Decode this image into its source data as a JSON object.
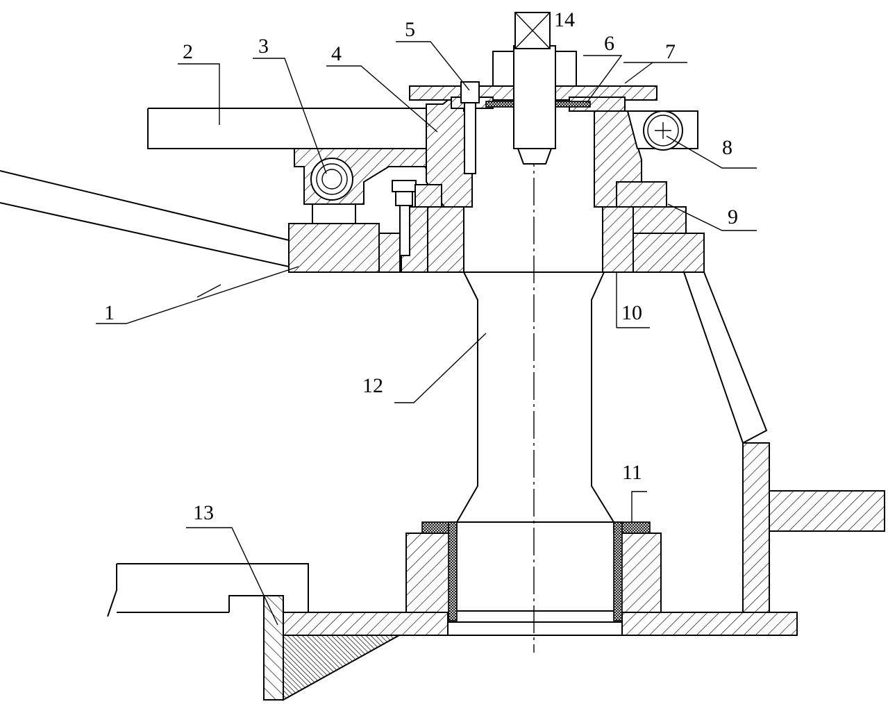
{
  "figure": {
    "labels": [
      "1",
      "2",
      "3",
      "4",
      "5",
      "6",
      "7",
      "8",
      "9",
      "10",
      "11",
      "12",
      "13",
      "14"
    ]
  }
}
